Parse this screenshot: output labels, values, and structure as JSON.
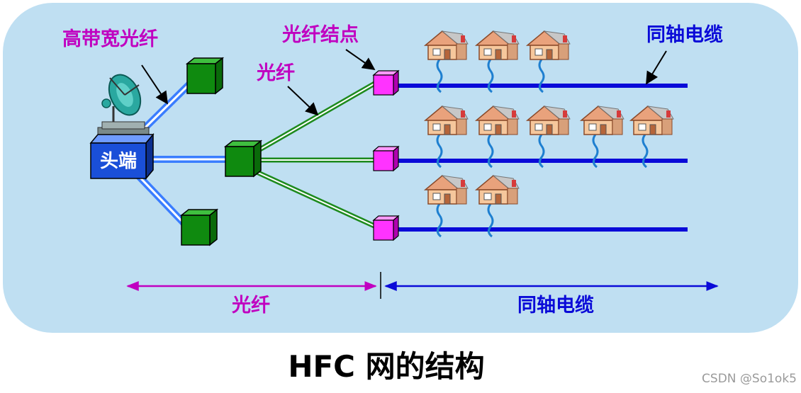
{
  "diagram": {
    "title": "HFC 网的结构",
    "watermark": "CSDN @So1ok5",
    "labels": {
      "high_bandwidth_fiber": "高带宽光纤",
      "fiber_node": "光纤结点",
      "fiber": "光纤",
      "coax_cable": "同轴电缆",
      "headend": "头端"
    },
    "segments": {
      "fiber": "光纤",
      "coax": "同轴电缆"
    },
    "coax_lines": [
      {
        "houses": 3
      },
      {
        "houses": 5
      },
      {
        "houses": 2
      }
    ],
    "colors": {
      "background_panel": "#bfdff2",
      "fiber_high_bandwidth": "#3a7dff",
      "fiber_green": "#1d8a1d",
      "coax": "#0a0ad8",
      "fiber_node": "#ff33ff",
      "hub": "#0f8a0f",
      "headend": "#1a4fd8",
      "label_magenta": "#c000c0",
      "label_blue": "#0a0ad8"
    }
  }
}
